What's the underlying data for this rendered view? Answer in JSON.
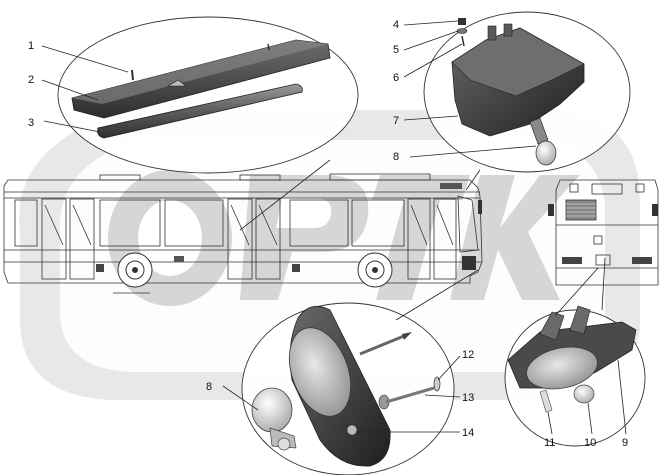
{
  "diagram": {
    "callouts": [
      {
        "id": "c1",
        "label": "1"
      },
      {
        "id": "c2",
        "label": "2"
      },
      {
        "id": "c3",
        "label": "3"
      },
      {
        "id": "c4",
        "label": "4"
      },
      {
        "id": "c5",
        "label": "5"
      },
      {
        "id": "c6",
        "label": "6"
      },
      {
        "id": "c7",
        "label": "7"
      },
      {
        "id": "c8a",
        "label": "8"
      },
      {
        "id": "c8b",
        "label": "8"
      },
      {
        "id": "c9",
        "label": "9"
      },
      {
        "id": "c10",
        "label": "10"
      },
      {
        "id": "c11",
        "label": "11"
      },
      {
        "id": "c12",
        "label": "12"
      },
      {
        "id": "c13",
        "label": "13"
      },
      {
        "id": "c14",
        "label": "14"
      }
    ]
  },
  "colors": {
    "watermark": "#d6d6d6",
    "line": "#333333",
    "part_dark": "#3a3a3a",
    "part_mid": "#7a7a7a",
    "glass": "#c9c9c9"
  }
}
